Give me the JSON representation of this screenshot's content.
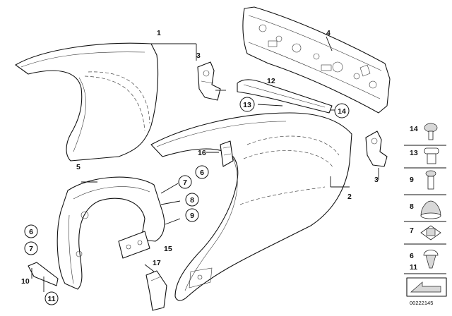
{
  "diagram": {
    "reference_code": "00222145",
    "callouts": {
      "c1": "1",
      "c2": "2",
      "c3a": "3",
      "c3b": "3",
      "c4": "4",
      "c5": "5",
      "c6a": "6",
      "c6b": "6",
      "c7a": "7",
      "c7b": "7",
      "c8": "8",
      "c9": "9",
      "c10": "10",
      "c11": "11",
      "c12": "12",
      "c13": "13",
      "c14": "14",
      "c15": "15",
      "c16": "16",
      "c17": "17"
    },
    "legend": [
      "14",
      "13",
      "9",
      "8",
      "7",
      "6",
      "11"
    ]
  }
}
